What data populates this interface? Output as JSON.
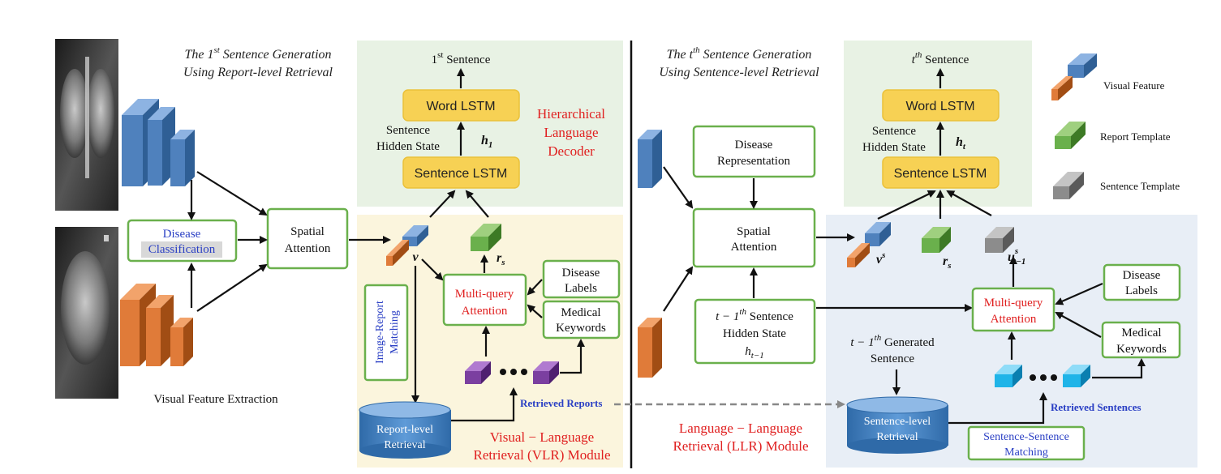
{
  "left": {
    "title_line1_pre": "The 1",
    "title_line1_sup": "st",
    "title_line1_post": " Sentence Generation",
    "title_line2": "Using Report-level Retrieval",
    "visual_feature_extraction": "Visual Feature Extraction",
    "disease_classification_line1": "Disease",
    "disease_classification_line2": "Classification",
    "spatial_attention_line1": "Spatial",
    "spatial_attention_line2": "Attention",
    "decoder_output_sup": "st",
    "decoder_output_post": " Sentence",
    "decoder_output_pre": "1",
    "word_lstm": "Word LSTM",
    "sentence_lstm": "Sentence LSTM",
    "hidden_state_line1": "Sentence",
    "hidden_state_line2": "Hidden State",
    "h_label": "h",
    "h_sub": "1",
    "hier_line1": "Hierarchical",
    "hier_line2": "Language",
    "hier_line3": "Decoder",
    "v_label": "v",
    "rs_label": "r",
    "rs_sub": "s",
    "multiquery_line1": "Multi-query",
    "multiquery_line2": "Attention",
    "disease_labels_line1": "Disease",
    "disease_labels_line2": "Labels",
    "medical_keywords_line1": "Medical",
    "medical_keywords_line2": "Keywords",
    "image_report_matching_line1": "Image-Report",
    "image_report_matching_line2": "Matching",
    "retrieved_reports": "Retrieved Reports",
    "report_retrieval_line1": "Report-level",
    "report_retrieval_line2": "Retrieval",
    "vlr_line1": "Visual − Language",
    "vlr_line2": "Retrieval (VLR) Module"
  },
  "right": {
    "title_line1_pre": "The t",
    "title_line1_sup": "th",
    "title_line1_post": " Sentence Generation",
    "title_line2": "Using Sentence-level Retrieval",
    "disease_repr_line1": "Disease",
    "disease_repr_line2": "Representation",
    "spatial_attention_line1": "Spatial",
    "spatial_attention_line2": "Attention",
    "hidden_line1_pre": "t − 1",
    "hidden_line1_sup": "th",
    "hidden_line1_post": " Sentence",
    "hidden_line2": "Hidden State",
    "hidden_line3": "h",
    "hidden_line3_sub": "t−1",
    "decoder_output_pre": "t",
    "decoder_output_sup": "th",
    "decoder_output_post": " Sentence",
    "word_lstm": "Word LSTM",
    "sentence_lstm": "Sentence LSTM",
    "hidden_state_line1": "Sentence",
    "hidden_state_line2": "Hidden State",
    "h_label": "h",
    "h_sub": "t",
    "vs_label": "v",
    "vs_sup": "s",
    "rs_label": "r",
    "rs_sub": "s",
    "u_label": "u",
    "u_sup": "s",
    "u_sub": "t−1",
    "multiquery_line1": "Multi-query",
    "multiquery_line2": "Attention",
    "disease_labels_line1": "Disease",
    "disease_labels_line2": "Labels",
    "medical_keywords_line1": "Medical",
    "medical_keywords_line2": "Keywords",
    "generated_line1_pre": "t − 1",
    "generated_line1_sup": "th",
    "generated_line1_post": " Generated",
    "generated_line2": "Sentence",
    "retrieved_sentences": "Retrieved Sentences",
    "sentence_retrieval_line1": "Sentence-level",
    "sentence_retrieval_line2": "Retrieval",
    "ss_matching_line1": "Sentence-Sentence",
    "ss_matching_line2": "Matching",
    "llr_line1": "Language − Language",
    "llr_line2": "Retrieval (LLR) Module"
  },
  "legend": {
    "visual_feature": "Visual Feature",
    "report_template": "Report Template",
    "sentence_template": "Sentence Template"
  },
  "colors": {
    "blue_feature": "#4f81bd",
    "orange_feature": "#e07b39",
    "green_template": "#6ab04c",
    "gray_template": "#8c8c8c",
    "purple_feature": "#7b3fa0",
    "cyan_feature": "#1fb4e8",
    "decoder_bg": "#e8f2e4",
    "vlr_bg": "#fbf5dd",
    "llr_bg": "#e8eef6",
    "lstm_fill": "#f7d154",
    "accent_red": "#e02020",
    "accent_blue": "#2a3fc4"
  },
  "icons": [
    "chest-xray-frontal-image",
    "chest-xray-lateral-image",
    "blue-feature-cube-icon",
    "orange-feature-cube-icon",
    "green-template-cube-icon",
    "gray-template-cube-icon",
    "purple-feature-cube-icon",
    "cyan-feature-cube-icon",
    "database-cylinder-icon",
    "ellipsis-dots-icon"
  ]
}
